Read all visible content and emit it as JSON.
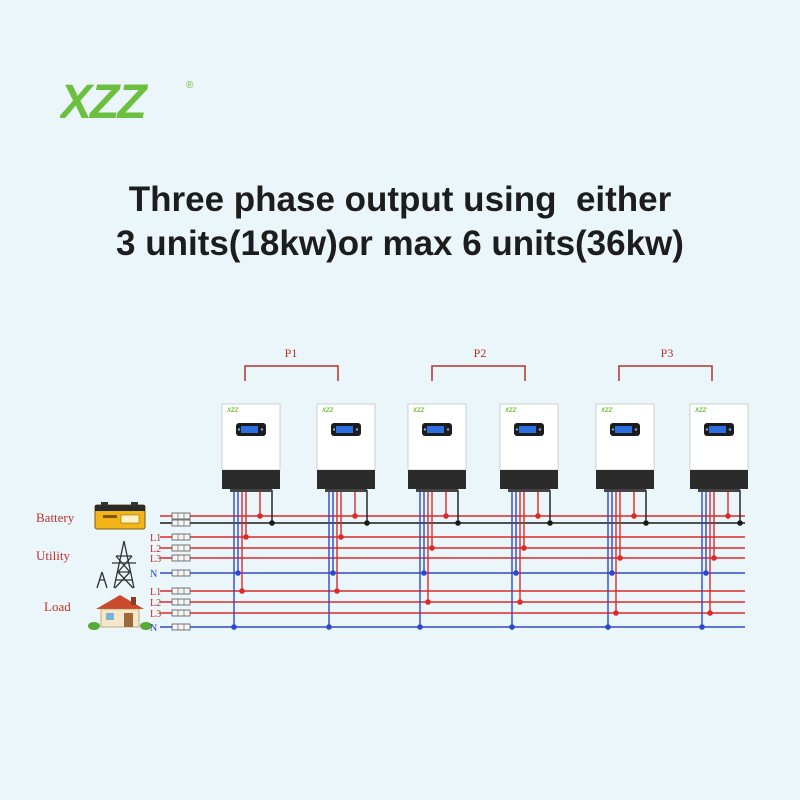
{
  "brand": {
    "name": "XZZ",
    "registered_mark": "®",
    "color": "#6cbf3f"
  },
  "headline": {
    "line1": "Three phase output using  either",
    "line2": "3 units(18kw)or max 6 units(36kw)"
  },
  "phases": [
    "P1",
    "P2",
    "P3"
  ],
  "inverter_badge": "XZZ",
  "sources": {
    "battery": "Battery",
    "utility": "Utility",
    "load": "Load"
  },
  "bus_labels": {
    "utility": [
      "L1",
      "L2",
      "L3",
      "N"
    ],
    "load": [
      "L1",
      "L2",
      "L3",
      "N"
    ]
  },
  "colors": {
    "positive_wire": "#d92b2b",
    "negative_wire": "#1a1a1a",
    "neutral_wire": "#2e48c8",
    "bracket": "#b3322e"
  }
}
